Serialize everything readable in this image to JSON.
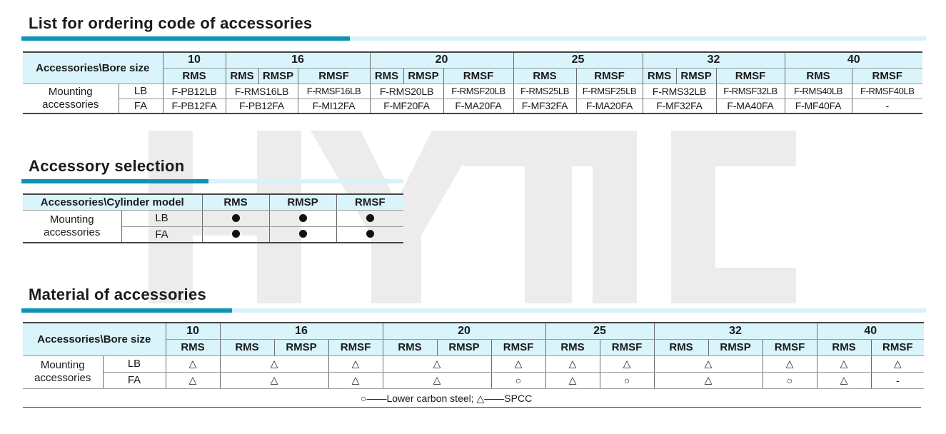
{
  "watermark": {
    "text": "HYTIC"
  },
  "section1": {
    "title": "List for ordering code of accessories",
    "corner": "Accessories\\Bore size",
    "bore_sizes": [
      "10",
      "16",
      "20",
      "25",
      "32",
      "40"
    ],
    "models": [
      "RMS",
      "RMS",
      "RMSP",
      "RMSF",
      "RMS",
      "RMSP",
      "RMSF",
      "RMS",
      "RMSF",
      "RMS",
      "RMSP",
      "RMSF",
      "RMS",
      "RMSF"
    ],
    "group_label": "Mounting accessories",
    "rows": [
      {
        "type": "LB",
        "cells": [
          "F-PB12LB",
          "F-RMS16LB",
          "F-RMSF16LB",
          "F-RMS20LB",
          "F-RMSF20LB",
          "F-RMS25LB",
          "F-RMSF25LB",
          "F-RMS32LB",
          "F-RMSF32LB",
          "F-RMS40LB",
          "F-RMSF40LB"
        ]
      },
      {
        "type": "FA",
        "cells": [
          "F-PB12FA",
          "F-PB12FA",
          "F-MI12FA",
          "F-MF20FA",
          "F-MA20FA",
          "F-MF32FA",
          "F-MA20FA",
          "F-MF32FA",
          "F-MA40FA",
          "F-MF40FA",
          "-"
        ]
      }
    ]
  },
  "section2": {
    "title": "Accessory selection",
    "corner": "Accessories\\Cylinder model",
    "models": [
      "RMS",
      "RMSP",
      "RMSF"
    ],
    "group_label": "Mounting accessories",
    "rows": [
      {
        "type": "LB",
        "cells": [
          "●",
          "●",
          "●"
        ]
      },
      {
        "type": "FA",
        "cells": [
          "●",
          "●",
          "●"
        ]
      }
    ]
  },
  "section3": {
    "title": "Material of accessories",
    "corner": "Accessories\\Bore size",
    "bore_sizes": [
      "10",
      "16",
      "20",
      "25",
      "32",
      "40"
    ],
    "models": [
      "RMS",
      "RMS",
      "RMSP",
      "RMSF",
      "RMS",
      "RMSP",
      "RMSF",
      "RMS",
      "RMSF",
      "RMS",
      "RMSP",
      "RMSF",
      "RMS",
      "RMSF"
    ],
    "group_label": "Mounting accessories",
    "rows": [
      {
        "type": "LB",
        "cells": [
          "△",
          "△",
          "△",
          "△",
          "△",
          "△",
          "△",
          "△",
          "△",
          "△",
          "△"
        ]
      },
      {
        "type": "FA",
        "cells": [
          "△",
          "△",
          "△",
          "△",
          "○",
          "△",
          "○",
          "△",
          "○",
          "△",
          "-"
        ]
      }
    ],
    "footnote": "○——Lower carbon steel;  △——SPCC"
  }
}
